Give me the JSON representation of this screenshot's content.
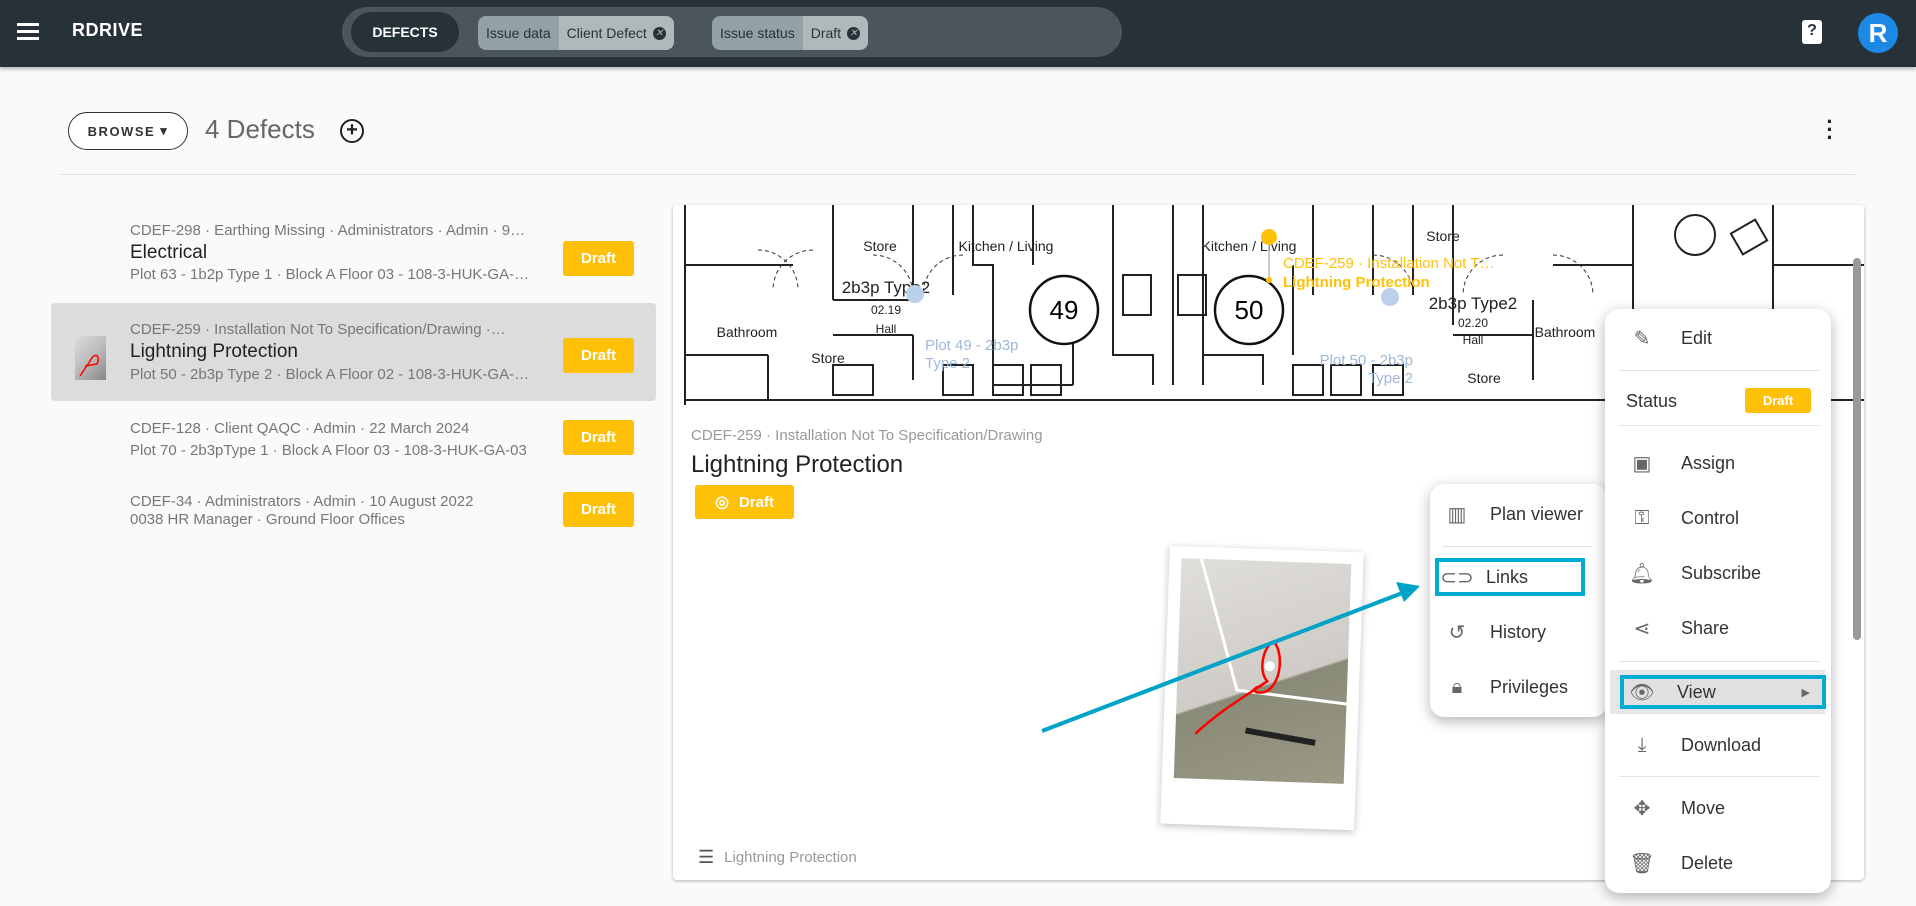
{
  "header": {
    "app_name": "RDRIVE",
    "section": "DEFECTS",
    "filters": [
      {
        "key": "Issue data",
        "value": "Client Defect"
      },
      {
        "key": "Issue status",
        "value": "Draft"
      }
    ],
    "help": "?",
    "avatar": "R"
  },
  "toolbar": {
    "browse": "BROWSE",
    "count": "4 Defects"
  },
  "list": [
    {
      "line1": "CDEF-298 · Earthing Missing · Administrators · Admin · 9…",
      "title": "Electrical",
      "line2": "Plot 63 - 1b2p Type 1 · Block A Floor 03 - 108-3-HUK-GA-…",
      "status": "Draft"
    },
    {
      "line1": "CDEF-259 · Installation Not To Specification/Drawing ·…",
      "title": "Lightning Protection",
      "line2": "Plot 50 - 2b3p Type 2 · Block A Floor 02 - 108-3-HUK-GA-…",
      "status": "Draft"
    },
    {
      "line1": "CDEF-128 · Client QAQC · Admin · 22 March 2024",
      "line2": "Plot 70 - 2b3pType 1 · Block A Floor 03 - 108-3-HUK-GA-03",
      "status": "Draft"
    },
    {
      "line1": "CDEF-34 · Administrators · Admin · 10 August 2022",
      "line2": "0038 HR Manager · Ground Floor Offices",
      "status": "Draft"
    }
  ],
  "detail": {
    "meta": "CDEF-259 · Installation Not To Specification/Drawing",
    "title": "Lightning Protection",
    "status": "Draft",
    "footer": "Lightning Protection",
    "plan": {
      "pin_line1": "CDEF-259 · Installation Not T…",
      "pin_line2": "Lightning Protection",
      "room49": "49",
      "room50": "50",
      "store": "Store",
      "kitchen": "Kitchen / Living",
      "bathroom": "Bathroom",
      "type": "2b3p Type2",
      "num1": "02.19",
      "num2": "02.20",
      "hall": "Hall",
      "plot49": "Plot 49 - 2b3p",
      "plot50": "Plot 50 - 2b3p",
      "type2": "Type 2"
    }
  },
  "menu": {
    "edit": "Edit",
    "status_label": "Status",
    "status_value": "Draft",
    "assign": "Assign",
    "control": "Control",
    "subscribe": "Subscribe",
    "share": "Share",
    "view": "View",
    "download": "Download",
    "move": "Move",
    "delete": "Delete"
  },
  "submenu": {
    "plan_viewer": "Plan viewer",
    "links": "Links",
    "history": "History",
    "privileges": "Privileges"
  },
  "colors": {
    "topbar": "#263238",
    "draft": "#ffc107",
    "highlight": "#00acd1"
  }
}
